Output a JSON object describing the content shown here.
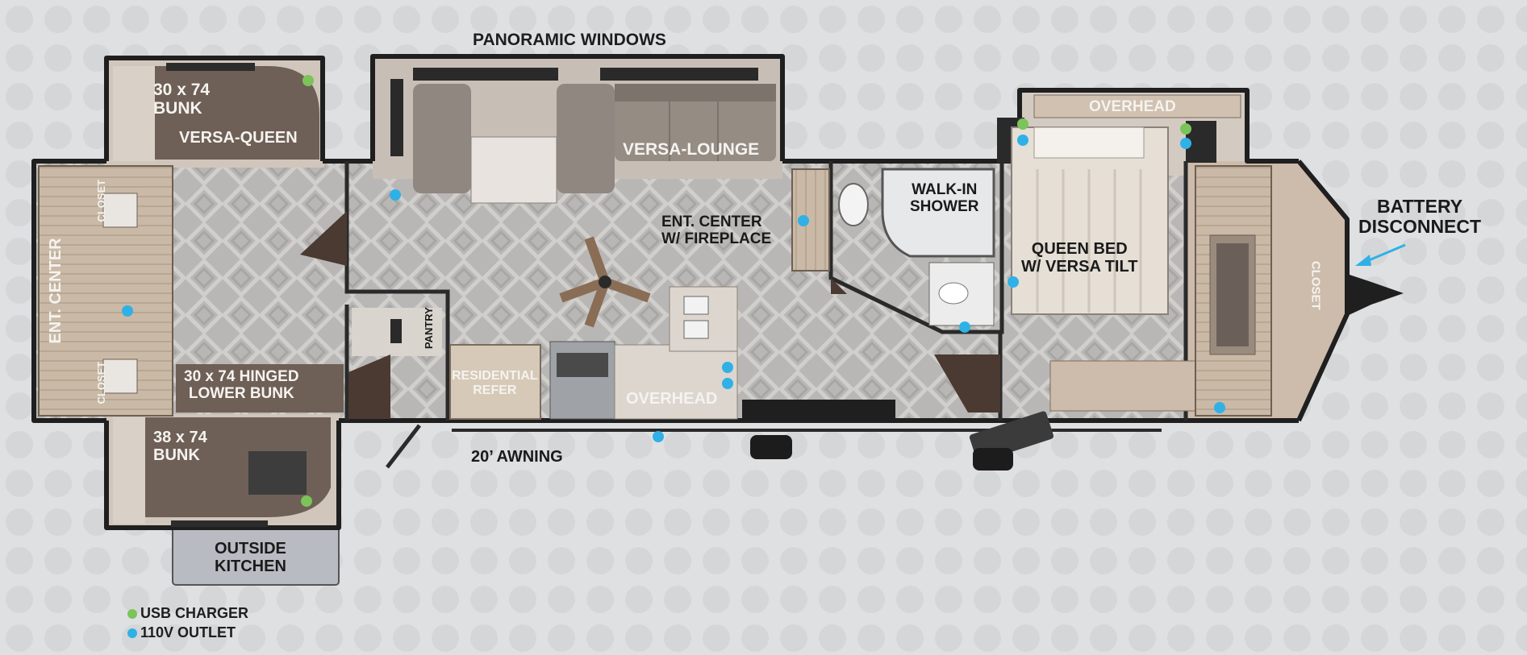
{
  "labels": {
    "panoramic_windows": "PANORAMIC WINDOWS",
    "bunk_top": "30 x 74\nBUNK",
    "versa_queen": "VERSA-QUEEN",
    "versa_lounge": "VERSA-LOUNGE",
    "overhead_top": "OVERHEAD",
    "ent_center_side": "ENT. CENTER",
    "closet_top": "CLOSET",
    "closet_bottom": "CLOSET",
    "hinged_bunk": "30 x 74 HINGED\nLOWER BUNK",
    "bunk_bottom": "38 x 74\nBUNK",
    "outside_kitchen": "OUTSIDE\nKITCHEN",
    "pantry": "PANTRY",
    "residential_refer": "RESIDENTIAL\nREFER",
    "overhead_kitchen": "OVERHEAD",
    "awning": "20’ AWNING",
    "ent_center_fireplace": "ENT. CENTER\nW/ FIREPLACE",
    "walk_in_shower": "WALK-IN\nSHOWER",
    "queen_bed": "QUEEN BED\nW/ VERSA TILT",
    "closet_front": "CLOSET",
    "battery_disconnect": "BATTERY\nDISCONNECT"
  },
  "legend": [
    {
      "label": "USB CHARGER",
      "color": "#7cc45a"
    },
    {
      "label": "110V OUTLET",
      "color": "#2fb1e6"
    }
  ]
}
